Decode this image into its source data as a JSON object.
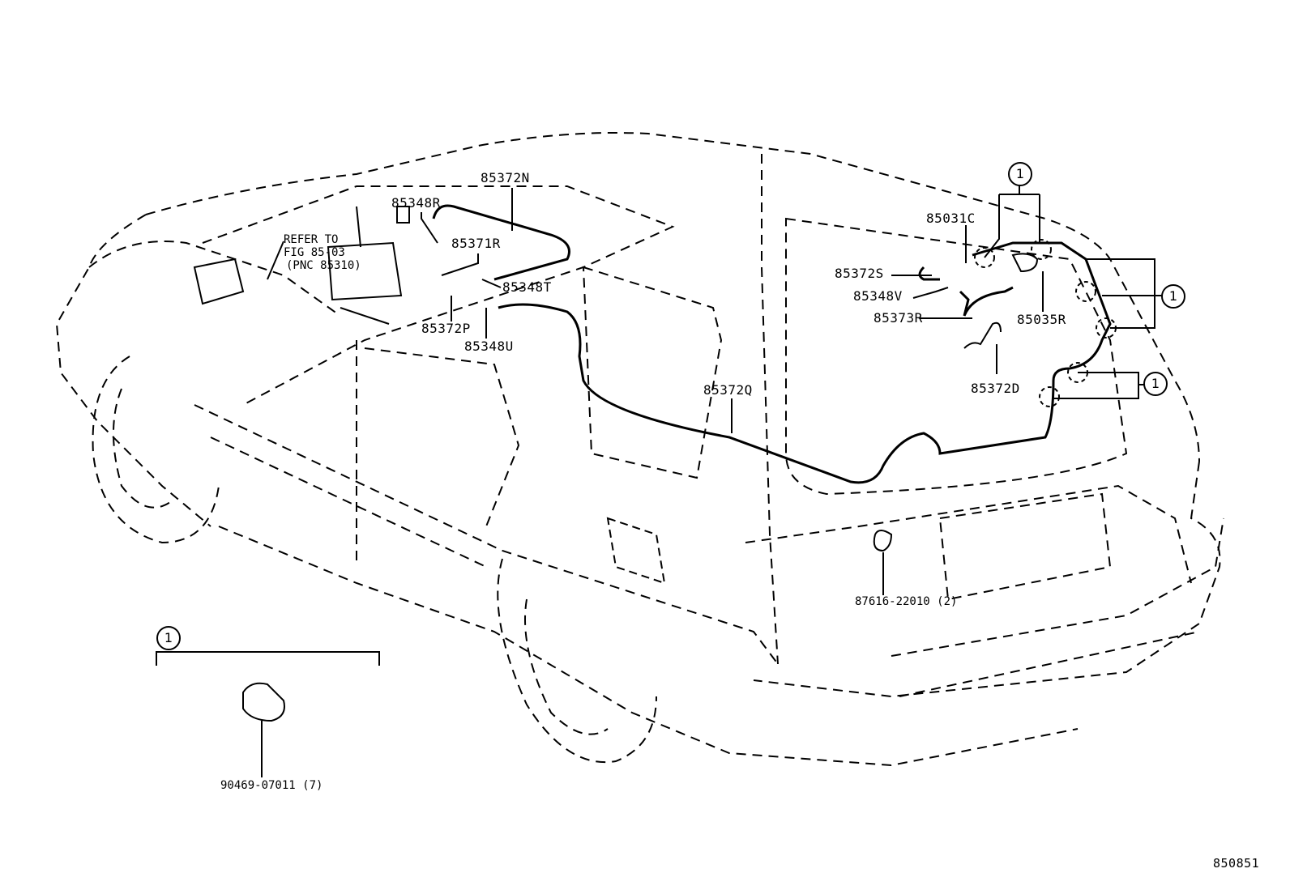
{
  "diagram": {
    "title": "Windshield Washer Hoses - Rear",
    "figure_number": "850851",
    "reference_note": [
      "REFER TO",
      "FIG 85-03",
      "(PNC 85310)"
    ],
    "callout_symbol": "1",
    "part_labels": [
      {
        "id": "85372N"
      },
      {
        "id": "85348R"
      },
      {
        "id": "85371R"
      },
      {
        "id": "85348T"
      },
      {
        "id": "85372P"
      },
      {
        "id": "85348U"
      },
      {
        "id": "85372Q"
      },
      {
        "id": "85031C"
      },
      {
        "id": "85372S"
      },
      {
        "id": "85348V"
      },
      {
        "id": "85373R"
      },
      {
        "id": "85035R"
      },
      {
        "id": "85372D"
      },
      {
        "id": "87616-22010 (2)"
      },
      {
        "id": "90469-07011 (7)"
      }
    ],
    "colors": {
      "line": "#000000",
      "background": "#ffffff"
    }
  }
}
